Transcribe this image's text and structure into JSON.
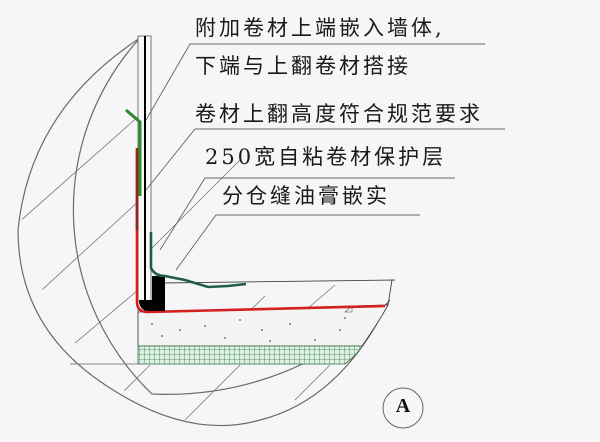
{
  "diagram": {
    "type": "construction-detail",
    "subject": "Waterproofing membrane detail at wall-floor junction",
    "detail_marker": "A",
    "annotations": [
      {
        "id": "a1",
        "line1": "附加卷材上端嵌入墙体,",
        "line2": "下端与上翻卷材搭接"
      },
      {
        "id": "a2",
        "line1": "卷材上翻高度符合规范要求"
      },
      {
        "id": "a3",
        "line1": "250宽自粘卷材保护层"
      },
      {
        "id": "a4",
        "line1": "分仓缝油膏嵌实"
      }
    ],
    "layers": [
      {
        "name": "additional-membrane",
        "color": "#2e8b2e"
      },
      {
        "name": "upturned-membrane",
        "color": "#d42020"
      },
      {
        "name": "self-adhesive-protection-membrane",
        "color": "#1f5e45"
      },
      {
        "name": "sealant-filled-joint",
        "color": "#000000"
      },
      {
        "name": "concrete-slab",
        "color": "#f3f3f3"
      },
      {
        "name": "mesh-layer",
        "color": "#2e8b57"
      }
    ]
  }
}
